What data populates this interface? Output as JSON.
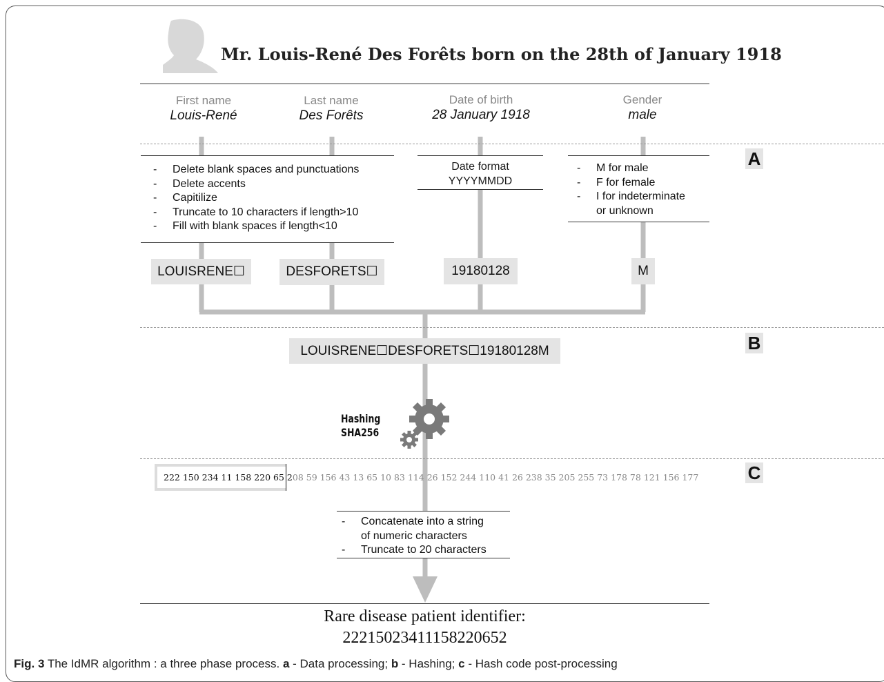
{
  "title": "Mr. Louis-René Des Forêts born on the 28th of January 1918",
  "fields": [
    {
      "label": "First name",
      "value": "Louis-René"
    },
    {
      "label": "Last name",
      "value": "Des Forêts"
    },
    {
      "label": "Date of birth",
      "value": "28 January 1918"
    },
    {
      "label": "Gender",
      "value": "male"
    }
  ],
  "phases": {
    "a": "A",
    "b": "B",
    "c": "C"
  },
  "name_rules": [
    "Delete blank spaces and punctuations",
    "Delete accents",
    "Capitilize",
    "Truncate to 10 characters if length>10",
    "Fill with blank spaces if length<10"
  ],
  "date_rule": {
    "line1": "Date format",
    "line2": "YYYYMMDD"
  },
  "gender_rules": [
    "M for male",
    "F for female",
    "I for indeterminate",
    "or unknown"
  ],
  "outputs": {
    "first_name": "LOUISRENE☐",
    "last_name": "DESFORETS☐",
    "dob": "19180128",
    "gender": "M"
  },
  "concatenated": "LOUISRENE☐DESFORETS☐19180128M",
  "hashing": {
    "line1": "Hashing",
    "line2": "SHA256"
  },
  "hash": {
    "kept": "222 150 234 11 158 220 65 2",
    "rest": "08 59 156 43 13 65 10 83 114 26 152 244 110 41 26 238 35 205 255 73 178 78 121 156 177"
  },
  "post_rules": [
    "Concatenate into a string",
    "of numeric characters",
    "Truncate to 20 characters"
  ],
  "result": {
    "line1": "Rare disease patient identifier:",
    "line2": "22215023411158220652"
  },
  "caption": {
    "fig": "Fig. 3",
    "text1": " The IdMR algorithm : a three phase process. ",
    "a": "a",
    "text2": " - Data processing; ",
    "b": "b",
    "text3": " - Hashing; ",
    "c": "c",
    "text4": " - Hash code post-processing"
  },
  "colors": {
    "connector": "#bdbdbd",
    "box": "#e4e4e4",
    "gear": "#7a7a7a"
  }
}
